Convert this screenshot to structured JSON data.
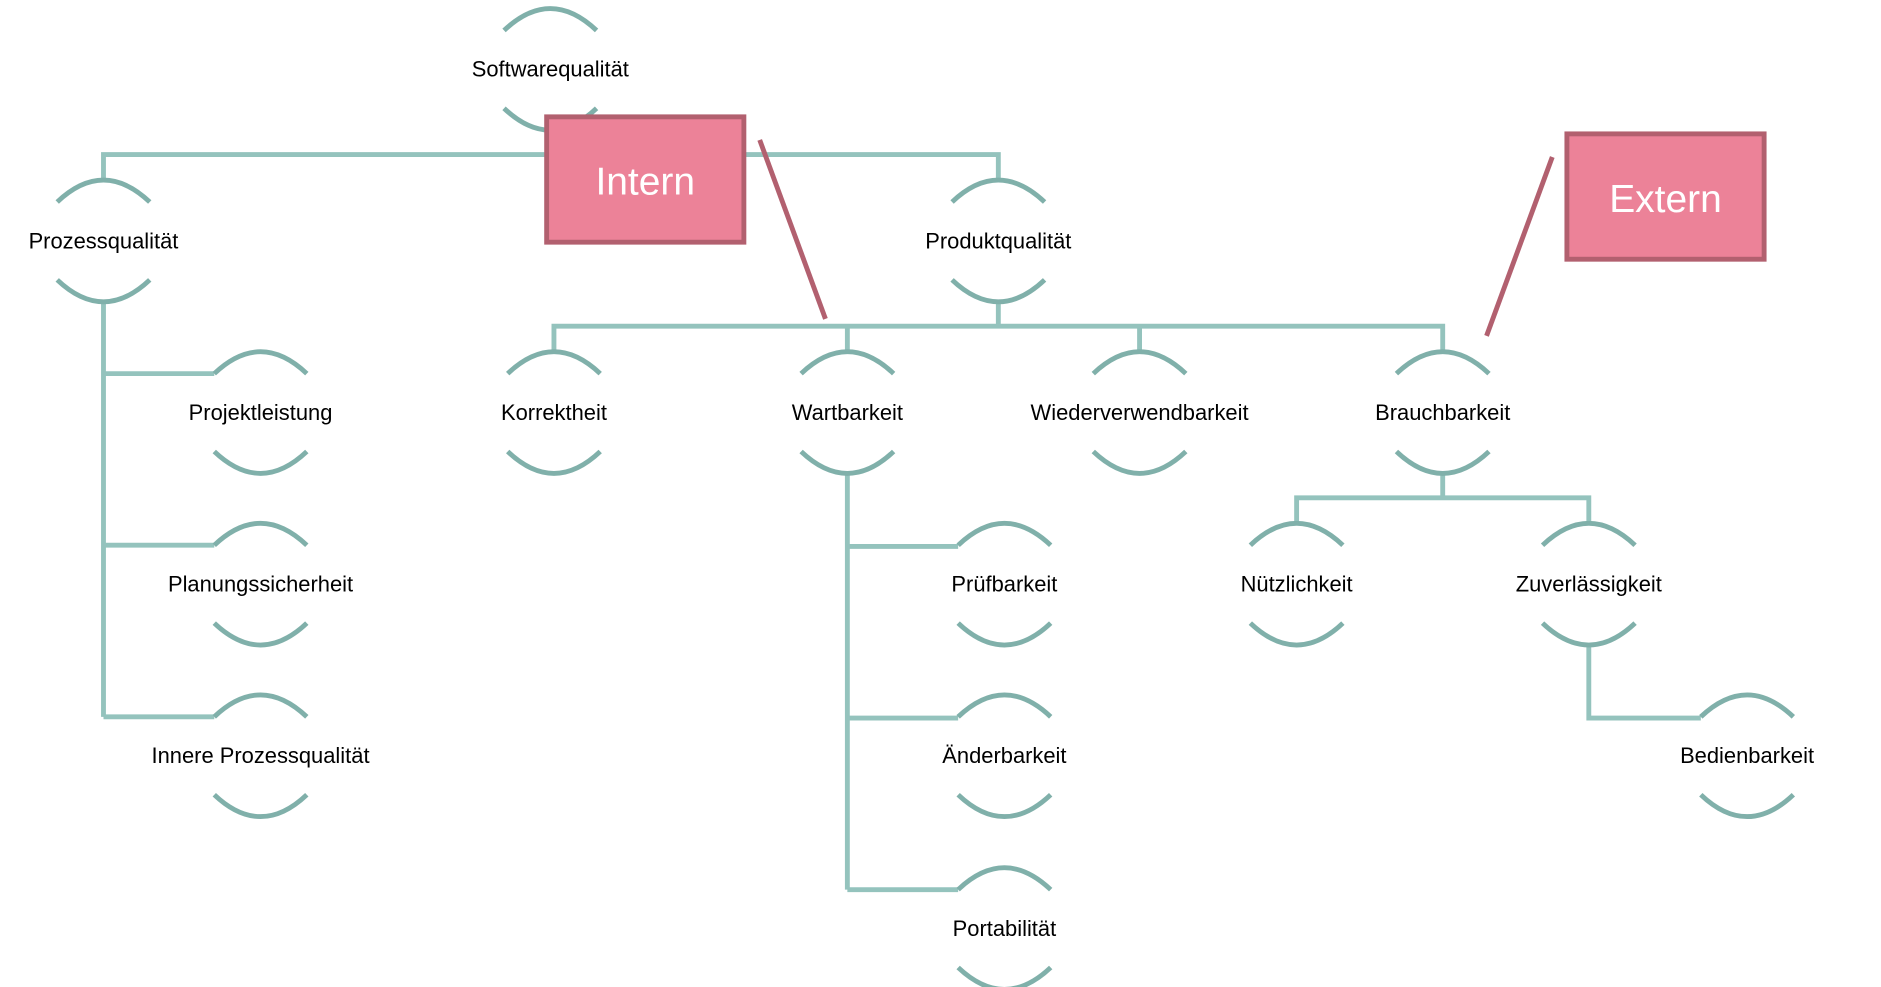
{
  "colors": {
    "connector": "#94c3bd",
    "arc": "#80b0aa",
    "callout_fill": "#ec8298",
    "callout_border": "#b2606f",
    "callout_text": "#ffffff",
    "label": "#000000"
  },
  "nodes": {
    "softwarequalitaet": "Softwarequalität",
    "prozessqualitaet": "Prozessqualität",
    "produktqualitaet": "Produktqualität",
    "projektleistung": "Projektleistung",
    "planungssicherheit": "Planungssicherheit",
    "innere_prozessqualitaet": "Innere Prozessqualität",
    "korrektheit": "Korrektheit",
    "wartbarkeit": "Wartbarkeit",
    "wiederverwendbarkeit": "Wiederverwendbarkeit",
    "brauchbarkeit": "Brauchbarkeit",
    "pruefbarkeit": "Prüfbarkeit",
    "aenderbarkeit": "Änderbarkeit",
    "portabilitaet": "Portabilität",
    "nuetzlichkeit": "Nützlichkeit",
    "zuverlaessigkeit": "Zuverlässigkeit",
    "bedienbarkeit": "Bedienbarkeit"
  },
  "callouts": {
    "intern": "Intern",
    "extern": "Extern"
  },
  "tree": {
    "root": "softwarequalitaet",
    "children": {
      "softwarequalitaet": [
        "prozessqualitaet",
        "produktqualitaet"
      ],
      "prozessqualitaet": [
        "projektleistung",
        "planungssicherheit",
        "innere_prozessqualitaet"
      ],
      "produktqualitaet": [
        "korrektheit",
        "wartbarkeit",
        "wiederverwendbarkeit",
        "brauchbarkeit"
      ],
      "wartbarkeit": [
        "pruefbarkeit",
        "aenderbarkeit",
        "portabilitaet"
      ],
      "brauchbarkeit": [
        "nuetzlichkeit",
        "zuverlaessigkeit"
      ],
      "zuverlaessigkeit": [
        "bedienbarkeit"
      ]
    },
    "callout_targets": {
      "intern": "produktqualitaet-children",
      "extern": "brauchbarkeit"
    }
  }
}
